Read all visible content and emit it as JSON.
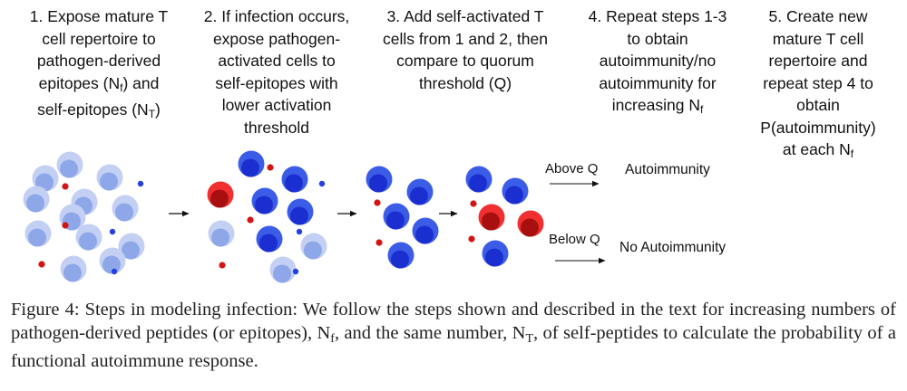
{
  "steps": [
    {
      "number": "1.",
      "lines": [
        "Expose mature T",
        "cell repertoire to",
        "pathogen-derived"
      ],
      "l4a": "epitopes (N",
      "l4sub": "f",
      "l4b": ") and",
      "l5a": "self-epitopes (N",
      "l5sub": "T",
      "l5b": ")"
    },
    {
      "number": "2.",
      "lines": [
        "If infection occurs,",
        "expose pathogen-",
        "activated cells to",
        "self-epitopes with",
        "lower activation",
        "threshold"
      ]
    },
    {
      "number": "3.",
      "lines": [
        "Add self-activated T",
        "cells from 1 and 2, then",
        "compare to quorum",
        "threshold (Q)"
      ]
    },
    {
      "number": "4.",
      "lines": [
        "Repeat steps 1-3",
        "to obtain",
        "autoimmunity/no",
        "autoimmunity for"
      ],
      "l5a": "increasing N",
      "l5sub": "f"
    },
    {
      "number": "5.",
      "lines": [
        "Create new",
        "mature T cell",
        "repertoire and",
        "repeat step 4 to",
        "obtain",
        "P(autoimmunity)"
      ],
      "l7a": "at each N",
      "l7sub": "f"
    }
  ],
  "routes": {
    "above_label": "Above Q",
    "above_outcome": "Autoimmunity",
    "below_label": "Below Q",
    "below_outcome": "No Autoimmunity"
  },
  "caption": {
    "a": "Figure 4: Steps in modeling infection: We follow the steps shown and described in the text for increasing numbers of pathogen-derived peptides (or epitopes), N",
    "sub1": "f",
    "b": ", and the same number, N",
    "sub2": "T",
    "c": ", of self-peptides to calculate the probability of a functional autoimmune response."
  },
  "colors": {
    "pale_blue_outer": "#c3d0f3",
    "pale_blue_inner": "#8ea7e8",
    "blue_outer": "#3b5ce6",
    "blue_inner": "#1b2fd0",
    "red_outer": "#f03030",
    "red_inner": "#a80f0f",
    "red_dot": "#d41414",
    "blue_dot": "#2540e0"
  }
}
